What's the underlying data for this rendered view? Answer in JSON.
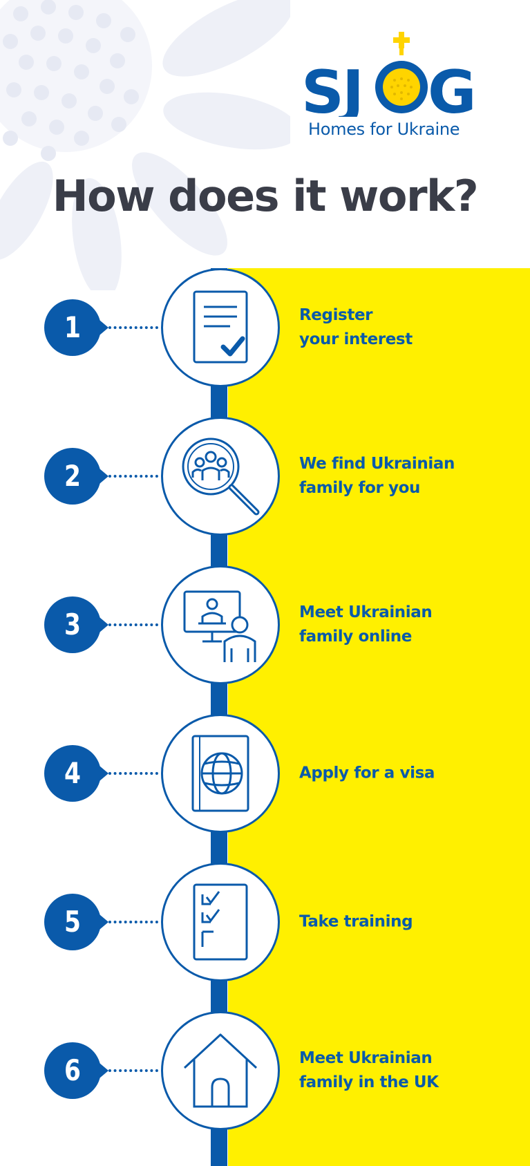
{
  "colors": {
    "brand_blue": "#0A5AAA",
    "accent_yellow": "#FFF000",
    "heading_gray": "#3A3D48",
    "background": "#FFFFFF",
    "decor_light": "#EEF0F7"
  },
  "logo": {
    "wordmark_left": "SJ",
    "wordmark_right": "G",
    "caption": "Homes for Ukraine"
  },
  "heading": "How does it work?",
  "steps": [
    {
      "number": "1",
      "icon": "document-check-icon",
      "label_lines": [
        "Register",
        "your interest"
      ]
    },
    {
      "number": "2",
      "icon": "people-search-icon",
      "label_lines": [
        "We find Ukrainian",
        "family for you"
      ]
    },
    {
      "number": "3",
      "icon": "video-meeting-icon",
      "label_lines": [
        "Meet Ukrainian",
        "family online"
      ]
    },
    {
      "number": "4",
      "icon": "passport-icon",
      "label_lines": [
        "Apply for a visa"
      ]
    },
    {
      "number": "5",
      "icon": "checklist-icon",
      "label_lines": [
        "Take training"
      ]
    },
    {
      "number": "6",
      "icon": "house-icon",
      "label_lines": [
        "Meet Ukrainian",
        "family in the UK"
      ]
    }
  ]
}
